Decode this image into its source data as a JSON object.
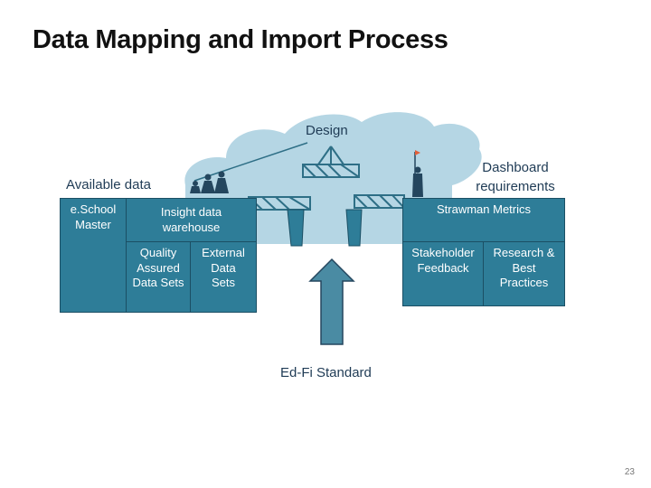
{
  "title": "Data Mapping and Import Process",
  "labels": {
    "design": "Design",
    "available_data": "Available data",
    "dashboard_requirements": "Dashboard requirements",
    "edfi_standard": "Ed-Fi Standard"
  },
  "left_blocks": {
    "eschool": "e.School Master",
    "insight": "Insight data warehouse",
    "quality": "Quality Assured Data Sets",
    "external": "External Data Sets"
  },
  "right_blocks": {
    "strawman": "Strawman Metrics",
    "stakeholder": "Stakeholder Feedback",
    "research": "Research & Best Practices"
  },
  "page_number": "23",
  "colors": {
    "block_fill": "#2e7d98",
    "block_border": "#1b4f64",
    "cloud": "#b5d6e4",
    "arrow": "#4a8ba3"
  }
}
